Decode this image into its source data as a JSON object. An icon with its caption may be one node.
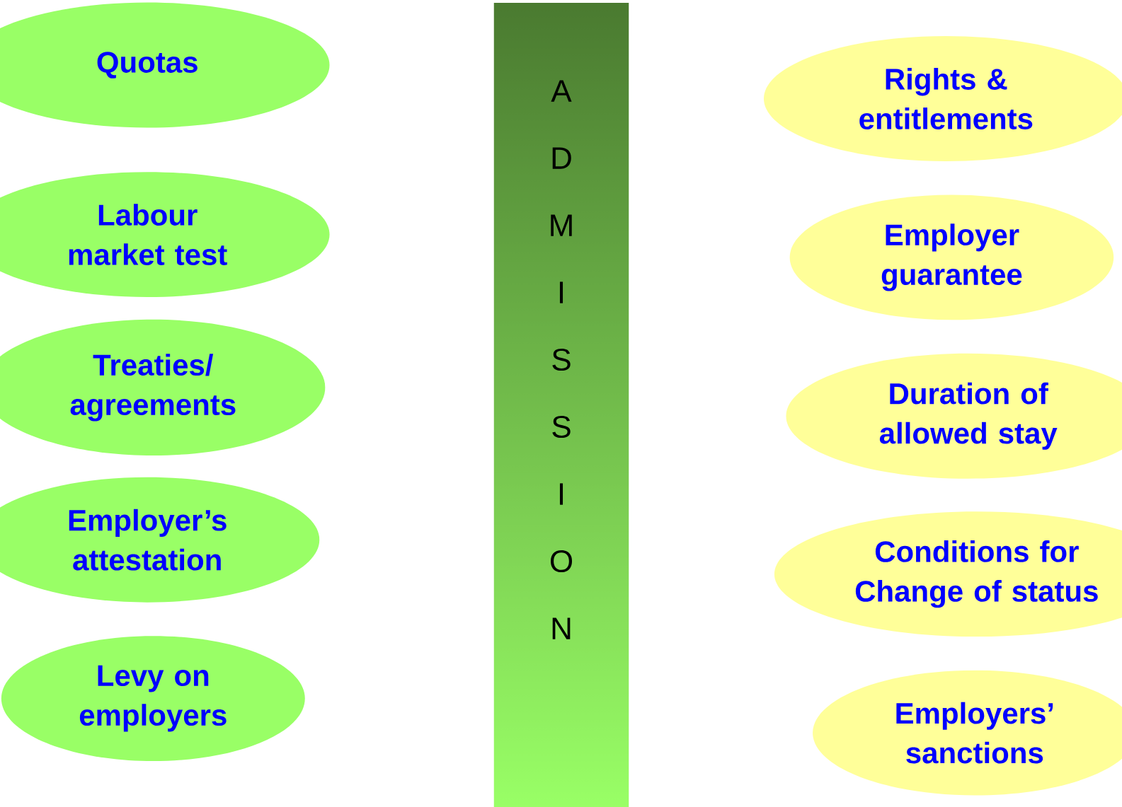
{
  "diagram": {
    "nodes": [
      {
        "text": [
          "Quotas"
        ]
      },
      {
        "text": [
          "Labour market test"
        ]
      },
      {
        "text": [
          "Treaties/ agreements"
        ]
      },
      {
        "text": [
          "Employer’s attestation"
        ]
      },
      {
        "text": [
          "Levy on employers"
        ]
      },
      {
        "text": [
          "A D M I S S I O N"
        ]
      },
      {
        "text": [
          "Rights & entitlements"
        ]
      },
      {
        "text": [
          "Employer guarantee"
        ]
      },
      {
        "text": [
          "Duration of allowed stay"
        ]
      },
      {
        "text": [
          "Conditions for Change of status"
        ]
      },
      {
        "text": [
          "Employers’ sanctions"
        ]
      }
    ]
  }
}
